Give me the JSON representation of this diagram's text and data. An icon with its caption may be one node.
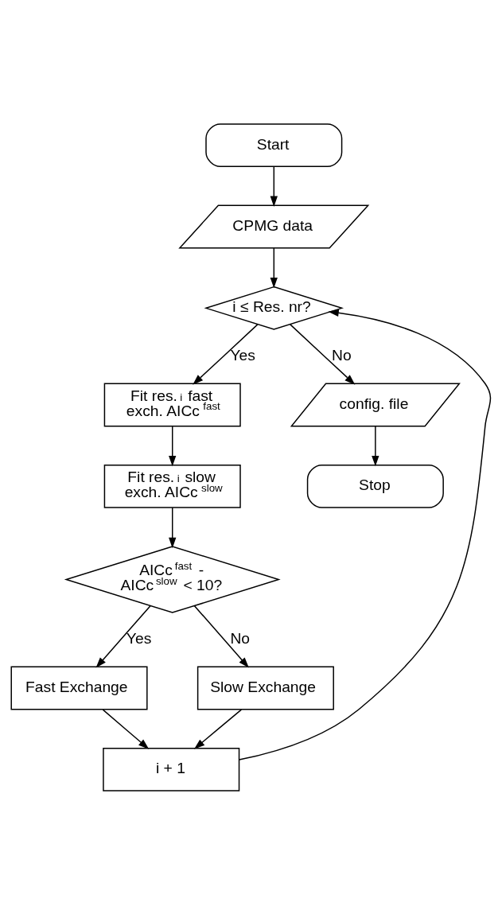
{
  "diagram": {
    "nodes": [
      {
        "text": [
          "Start"
        ]
      },
      {
        "text": [
          "CPMG data"
        ]
      },
      {
        "text": [
          "i ≤ Res. nr?"
        ]
      },
      {
        "text": [
          "Fit res.$_{i}$ fast exch. AICc$^{fast}$"
        ]
      },
      {
        "text": [
          "Fit res.$_{i}$ slow exch. AICc$^{slow}$"
        ]
      },
      {
        "text": [
          "AICc$^{fast}$ - AICc$^{slow}$ < 10?"
        ]
      },
      {
        "text": [
          "Fast Exchange"
        ]
      },
      {
        "text": [
          "Slow Exchange"
        ]
      },
      {
        "text": [
          "i + 1"
        ]
      },
      {
        "text": [
          "config. file"
        ]
      },
      {
        "text": [
          "Stop"
        ]
      }
    ],
    "edges": [
      {
        "from": 0,
        "to": 1,
        "arrow": "to"
      },
      {
        "from": 1,
        "to": 2,
        "arrow": "to"
      },
      {
        "from": 2,
        "to": 3,
        "label": "Yes",
        "arrow": "to"
      },
      {
        "from": 3,
        "to": 4,
        "arrow": "to"
      },
      {
        "from": 4,
        "to": 5,
        "arrow": "to"
      },
      {
        "from": 5,
        "to": 6,
        "label": "Yes",
        "arrow": "to"
      },
      {
        "from": 5,
        "to": 7,
        "label": "No",
        "arrow": "to"
      },
      {
        "from": 6,
        "to": 8,
        "arrow": "to"
      },
      {
        "from": 7,
        "to": 8,
        "arrow": "to"
      },
      {
        "from": 8,
        "to": 2,
        "arrow": "to"
      },
      {
        "from": 2,
        "to": 9,
        "label": "No",
        "arrow": "to"
      },
      {
        "from": 9,
        "to": 10,
        "arrow": "to"
      }
    ]
  }
}
